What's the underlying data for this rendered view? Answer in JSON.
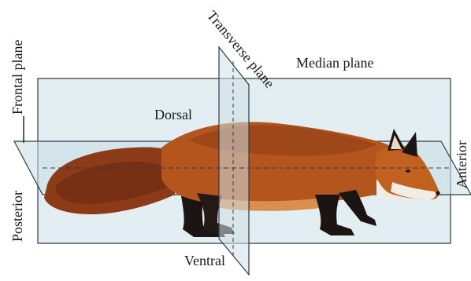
{
  "labels": {
    "frontal_plane": "Frontal plane",
    "transverse_plane": "Transverse plane",
    "median_plane": "Median plane",
    "dorsal": "Dorsal",
    "ventral": "Ventral",
    "posterior": "Posterior",
    "anterior": "Anterior"
  },
  "colors": {
    "plane_fill": "#d6e6ec",
    "plane_edge": "#2f3b45",
    "fox_body": "#b3551c",
    "fox_dark": "#4a1f10",
    "fox_light": "#d98f4e",
    "fox_white": "#f1ede4",
    "fox_black": "#1b1412"
  }
}
